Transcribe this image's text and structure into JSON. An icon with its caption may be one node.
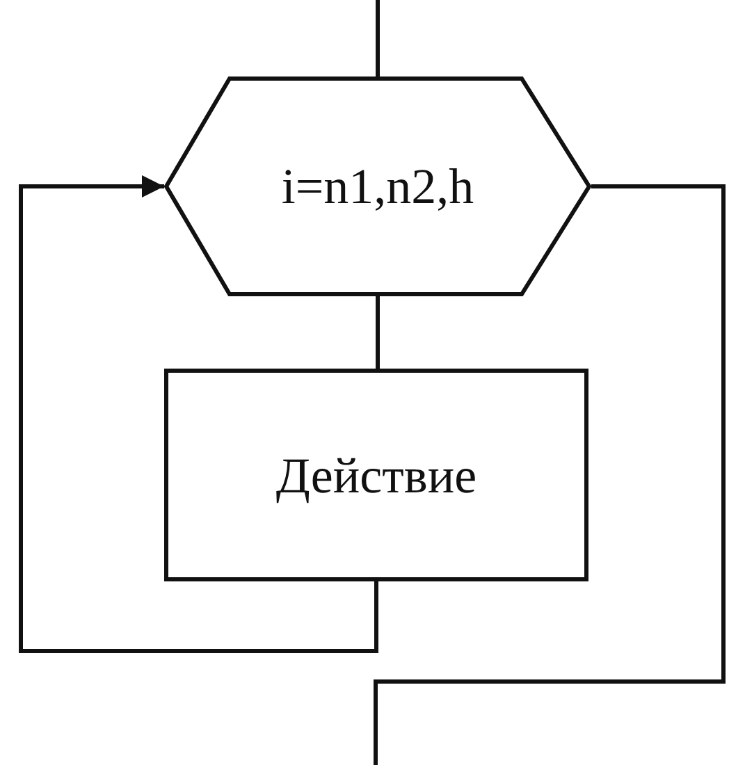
{
  "diagram": {
    "nodes": [
      {
        "text": [
          "i=n1,n2,h"
        ]
      },
      {
        "text": [
          "Действие"
        ]
      }
    ],
    "edges": [
      {
        "from": null,
        "to": 0,
        "arrow": "none"
      },
      {
        "from": 0,
        "to": 1,
        "arrow": "none"
      },
      {
        "from": 1,
        "to": 0,
        "arrow": "to"
      },
      {
        "from": 0,
        "to": null,
        "arrow": "none"
      }
    ]
  }
}
